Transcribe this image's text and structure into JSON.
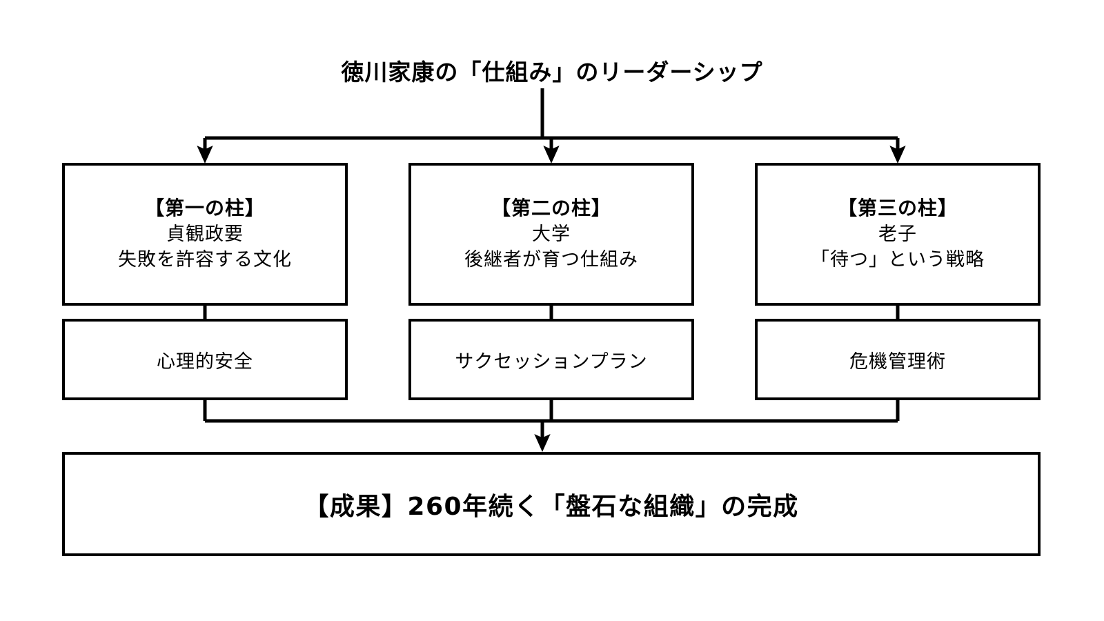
{
  "diagram": {
    "type": "flowchart",
    "title": "徳川家康の「仕組み」のリーダーシップ",
    "colors": {
      "background": "#ffffff",
      "stroke": "#000000",
      "text": "#000000"
    },
    "pillars": [
      {
        "heading": "【第一の柱】",
        "source": "貞観政要",
        "description": "失敗を許容する文化",
        "outcome": "心理的安全"
      },
      {
        "heading": "【第二の柱】",
        "source": "大学",
        "description": "後継者が育つ仕組み",
        "outcome": "サクセッションプラン"
      },
      {
        "heading": "【第三の柱】",
        "source": "老子",
        "description": "「待つ」という戦略",
        "outcome": "危機管理術"
      }
    ],
    "result": "【成果】260年続く「盤石な組織」の完成",
    "connectors": {
      "title_to_pillars": "split-bus-down-three-arrows",
      "pillar_to_outcome": "straight-line-down",
      "outcomes_to_result": "merge-bus-down-one-arrow"
    }
  }
}
